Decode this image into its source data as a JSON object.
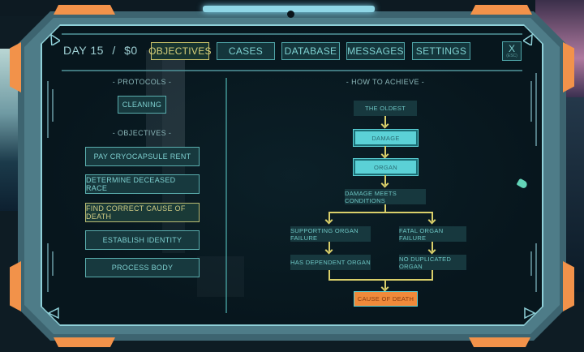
{
  "header": {
    "day_label": "DAY 15",
    "separator": "/",
    "money": "$0",
    "tabs": [
      {
        "label": "OBJECTIVES",
        "active": true
      },
      {
        "label": "CASES",
        "active": false
      },
      {
        "label": "DATABASE",
        "active": false
      },
      {
        "label": "MESSAGES",
        "active": false
      },
      {
        "label": "SETTINGS",
        "active": false
      }
    ],
    "close": {
      "label": "X",
      "hint": "(ESC)"
    }
  },
  "left_panel": {
    "protocols_heading": "- PROTOCOLS -",
    "protocols": [
      {
        "label": "CLEANING"
      }
    ],
    "objectives_heading": "- OBJECTIVES -",
    "objectives": [
      {
        "label": "PAY CRYOCAPSULE RENT",
        "active": false
      },
      {
        "label": "DETERMINE DECEASED RACE",
        "active": false
      },
      {
        "label": "FIND CORRECT CAUSE OF DEATH",
        "active": true
      },
      {
        "label": "ESTABLISH IDENTITY",
        "active": false
      },
      {
        "label": "PROCESS BODY",
        "active": false
      }
    ]
  },
  "right_panel": {
    "heading": "- HOW TO ACHIEVE -",
    "flow": {
      "the_oldest": "THE OLDEST",
      "damage": "DAMAGE",
      "organ": "ORGAN",
      "damage_meets_conditions": "DAMAGE MEETS CONDITIONS",
      "supporting_organ_failure": "SUPPORTING ORGAN FAILURE",
      "fatal_organ_failure": "FATAL ORGAN FAILURE",
      "has_dependent_organ": "HAS DEPENDENT ORGAN",
      "no_duplicated_organ": "NO DUPLICATED ORGAN",
      "cause_of_death": "CAUSE OF DEATH"
    }
  },
  "colors": {
    "accent_cyan": "#5bd1d6",
    "accent_yellow": "#d9cf6a",
    "accent_orange": "#f08a3a",
    "frame": "#4e7c88",
    "screen_bg": "#07161d"
  }
}
